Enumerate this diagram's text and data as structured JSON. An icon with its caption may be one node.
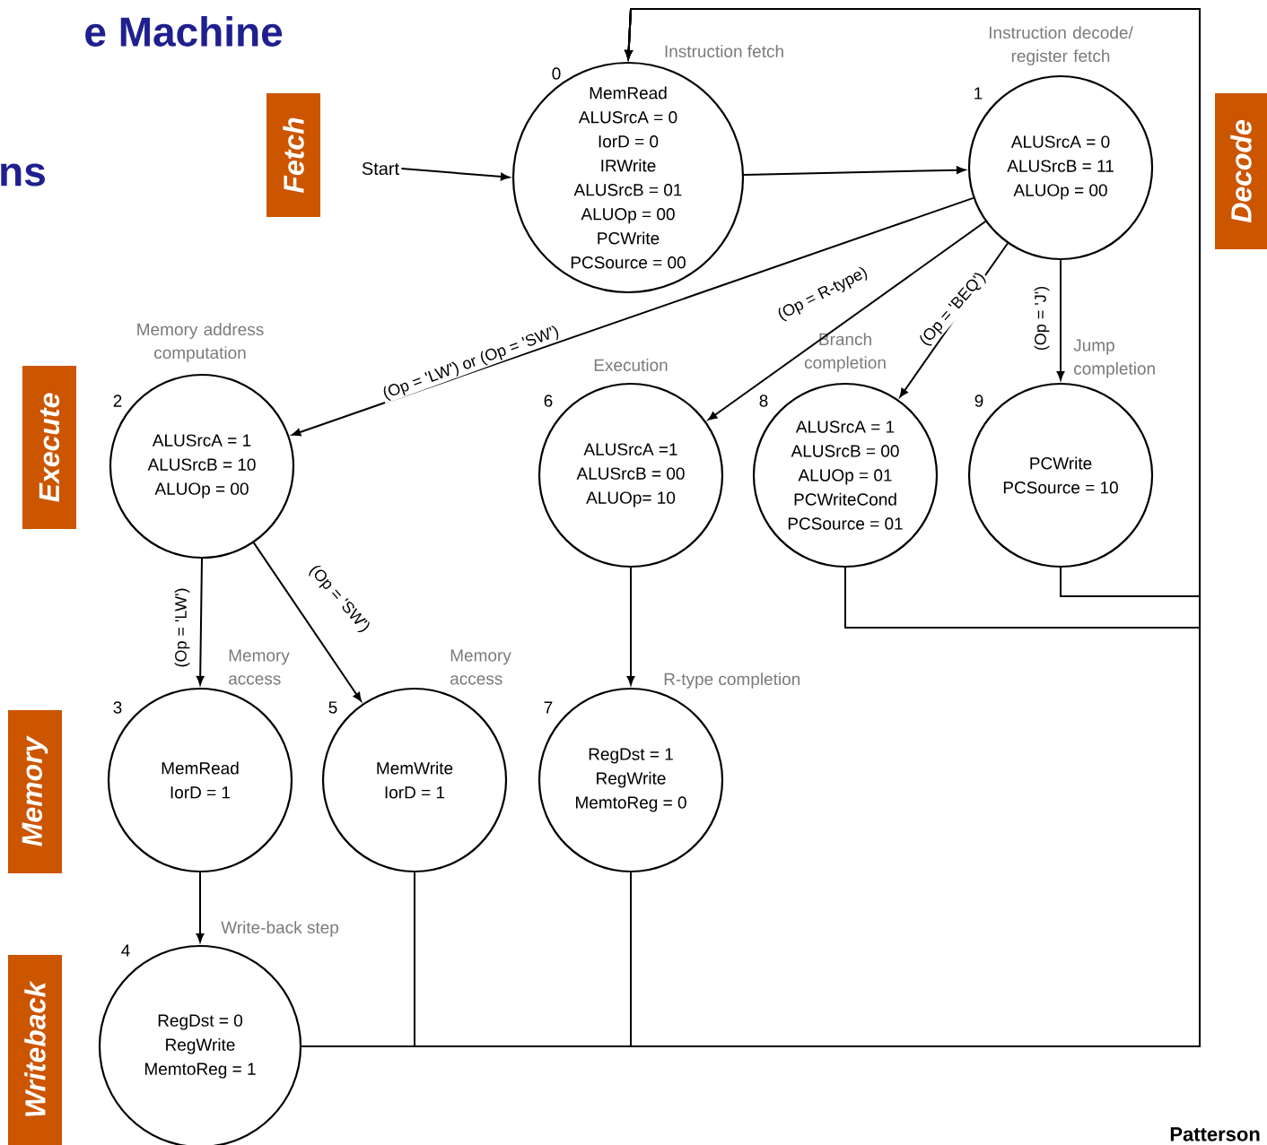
{
  "diagram": {
    "nodes": [
      {
        "text": [
          "Fetch"
        ]
      },
      {
        "text": [
          "Start"
        ]
      },
      {
        "text": [
          "MemRead",
          "ALUSrcA = 0",
          "IorD = 0",
          "IRWrite",
          "ALUSrcB = 01",
          "ALUOp = 00",
          "PCWrite",
          "PCSource = 00"
        ],
        "beside": [
          "0",
          "Instruction fetch"
        ]
      },
      {
        "text": [
          "ALUSrcA = 0",
          "ALUSrcB = 11",
          "ALUOp = 00"
        ],
        "beside": [
          "1",
          "Instruction decode/ register fetch"
        ]
      },
      {
        "text": [
          "Decode"
        ]
      },
      {
        "text": [
          "Execute"
        ]
      },
      {
        "text": [
          "ALUSrcA = 1",
          "ALUSrcB = 10",
          "ALUOp = 00"
        ],
        "beside": [
          "2",
          "Memory address computation"
        ]
      },
      {
        "text": [
          "ALUSrcA =1",
          "ALUSrcB = 00",
          "ALUOp= 10"
        ],
        "beside": [
          "6",
          "Execution"
        ]
      },
      {
        "text": [
          "ALUSrcA = 1",
          "ALUSrcB = 00",
          "ALUOp = 01",
          "PCWriteCond",
          "PCSource = 01"
        ],
        "beside": [
          "8",
          "Branch completion"
        ]
      },
      {
        "text": [
          "PCWrite",
          "PCSource = 10"
        ],
        "beside": [
          "9",
          "Jump completion"
        ]
      },
      {
        "text": [
          "Memory"
        ]
      },
      {
        "text": [
          "MemRead",
          "IorD = 1"
        ],
        "beside": [
          "3",
          "Memory access"
        ]
      },
      {
        "text": [
          "MemWrite",
          "IorD = 1"
        ],
        "beside": [
          "5",
          "Memory access"
        ]
      },
      {
        "text": [
          "RegDst = 1",
          "RegWrite",
          "MemtoReg = 0"
        ],
        "beside": [
          "7",
          "R-type completion"
        ]
      },
      {
        "text": [
          "Writeback"
        ]
      },
      {
        "text": [
          "RegDst = 0",
          "RegWrite",
          "MemtoReg = 1"
        ],
        "beside": [
          "4",
          "Write-back step"
        ]
      }
    ],
    "edges": [
      {
        "from": 1,
        "to": 2,
        "arrow": "to"
      },
      {
        "from": 2,
        "to": 3,
        "arrow": "to"
      },
      {
        "from": 3,
        "to": 6,
        "arrow": "to",
        "label": "(Op = 'LW') or (Op = 'SW')"
      },
      {
        "from": 3,
        "to": 7,
        "arrow": "to",
        "label": "(Op = R-type)"
      },
      {
        "from": 3,
        "to": 8,
        "arrow": "to",
        "label": "(Op = 'BEQ')"
      },
      {
        "from": 3,
        "to": 9,
        "arrow": "to",
        "label": "(Op = 'J')"
      },
      {
        "from": 6,
        "to": 11,
        "arrow": "to",
        "label": "(Op = 'LW')"
      },
      {
        "from": 6,
        "to": 12,
        "arrow": "to",
        "label": "(Op = 'SW')"
      },
      {
        "from": 11,
        "to": 15,
        "arrow": "to"
      },
      {
        "from": 7,
        "to": 13,
        "arrow": "to"
      },
      {
        "from": 15,
        "to": 2,
        "arrow": "to"
      },
      {
        "from": 12,
        "to": 2,
        "arrow": "to"
      },
      {
        "from": 13,
        "to": 2,
        "arrow": "to"
      },
      {
        "from": 8,
        "to": 2,
        "arrow": "to"
      },
      {
        "from": 9,
        "to": 2,
        "arrow": "to"
      }
    ],
    "labels": [
      "e Machine",
      "ns",
      "Patterson"
    ]
  }
}
